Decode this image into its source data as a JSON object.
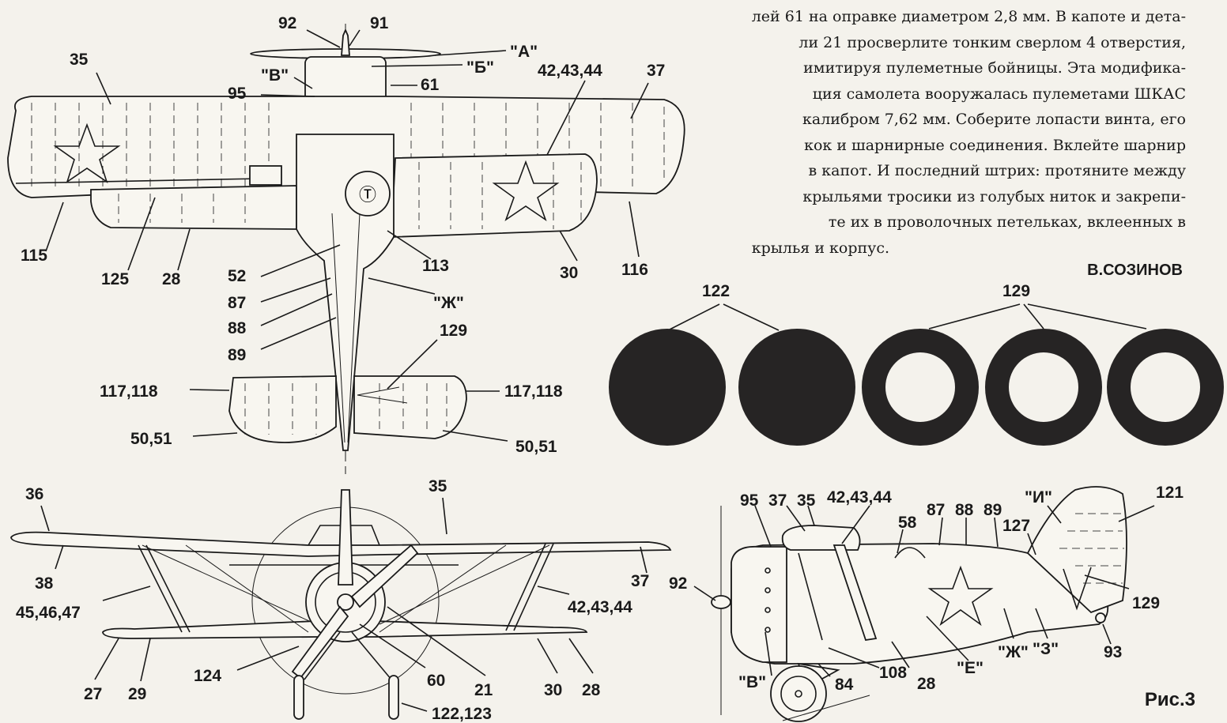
{
  "article_text": {
    "lines": [
      "лей 61 на оправке диаметром 2,8 мм. В капоте и дета-",
      "ли 21 просверлите тонким сверлом 4 отверстия,",
      "имитируя пулеметные бойницы. Эта модифика-",
      "ция самолета вооружалась пулеметами ШКАС",
      "калибром 7,62 мм. Соберите лопасти винта, его",
      "кок и шарнирные соединения. Вклейте шарнир",
      "в капот. И последний штрих: протяните между",
      "крыльями тросики из голубых ниток и закрепи-",
      "те их в проволочных петельках, вклеенных в",
      "крылья и корпус."
    ],
    "author": "В.СОЗИНОВ"
  },
  "figure_label": "Рис.3",
  "top_view_labels": [
    "92",
    "91",
    "\"А\"",
    "\"Б\"",
    "\"В\"",
    "61",
    "35",
    "95",
    "42,43,44",
    "37",
    "115",
    "125",
    "28",
    "52",
    "87",
    "88",
    "89",
    "113",
    "\"Ж\"",
    "30",
    "116",
    "129",
    "117,118",
    "117,118",
    "50,51",
    "50,51"
  ],
  "roundel_labels": [
    "122",
    "129"
  ],
  "front_view_labels": [
    "36",
    "35",
    "38",
    "45,46,47",
    "37",
    "42,43,44",
    "27",
    "29",
    "124",
    "60",
    "21",
    "30",
    "28",
    "122,123"
  ],
  "side_view_labels": [
    "95",
    "37",
    "35",
    "42,43,44",
    "58",
    "87",
    "88",
    "89",
    "\"И\"",
    "121",
    "127",
    "92",
    "129",
    "\"В\"",
    "84",
    "108",
    "28",
    "\"Е\"",
    "\"Ж\"",
    "\"З\"",
    "93"
  ],
  "colors": {
    "paper": "#f4f2ec",
    "ink": "#1a1a1a",
    "roundel_fill": "#262424"
  }
}
